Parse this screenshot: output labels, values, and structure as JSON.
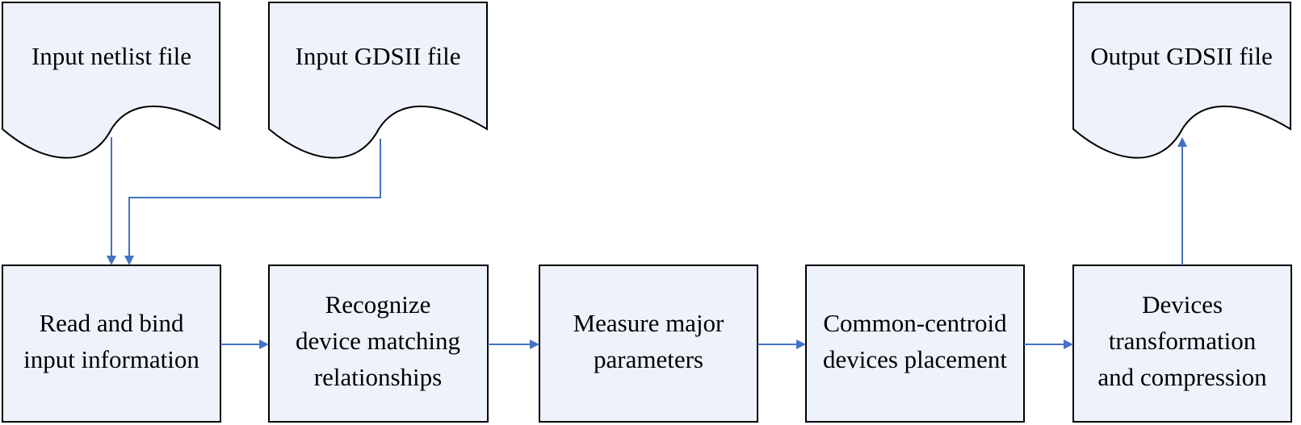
{
  "diagram": {
    "colors": {
      "node_fill": "#eef2fa",
      "node_stroke": "#000000",
      "connector": "#4472c4"
    },
    "documents": {
      "input_netlist": "Input netlist file",
      "input_gdsii": "Input GDSII file",
      "output_gdsii": "Output GDSII file"
    },
    "steps": {
      "read_bind": [
        "Read and bind",
        "input information"
      ],
      "recognize": [
        "Recognize",
        "device matching",
        "relationships"
      ],
      "measure": [
        "Measure major",
        "parameters"
      ],
      "placement": [
        "Common-centroid",
        "devices placement"
      ],
      "transform": [
        "Devices",
        "transformation",
        "and compression"
      ]
    }
  }
}
